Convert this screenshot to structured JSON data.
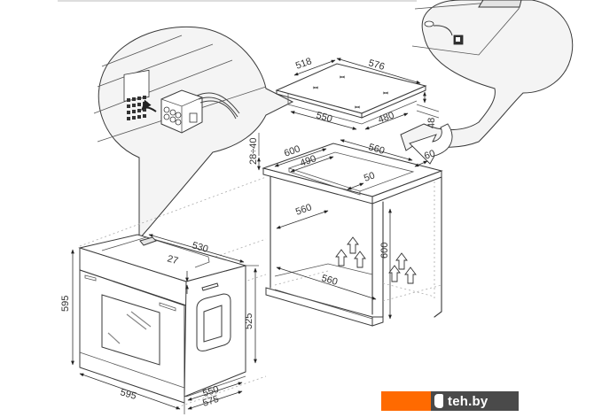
{
  "diagram": {
    "title": "Built-in oven and hob installation dimensions",
    "hob": {
      "depth_top": "518",
      "width_top": "576",
      "cutout_width": "550",
      "cutout_depth": "480",
      "height": "48"
    },
    "cabinet": {
      "worktop_thickness": "28÷40",
      "worktop_depth": "600",
      "cutout_depth": "490",
      "cutout_width": "560",
      "min_rear_gap": "50",
      "front_gap": "60",
      "niche_width_top": "560",
      "niche_width_bottom": "560",
      "niche_height": "600"
    },
    "oven": {
      "depth_body": "530",
      "top_offset": "27",
      "height_front": "595",
      "height_body": "525",
      "width_front": "595",
      "depth_with_panel": "550",
      "depth_total": "575"
    },
    "callouts": [
      {
        "name": "connector-detail",
        "description": "Multi-pin connector plugging into socket"
      },
      {
        "name": "cable-detail",
        "description": "Power cable routing under worktop"
      }
    ]
  },
  "watermark": {
    "text": "teh.by",
    "colors": {
      "accent": "#ff6a00",
      "background": "#4a4a4a",
      "text": "#ffffff"
    }
  }
}
